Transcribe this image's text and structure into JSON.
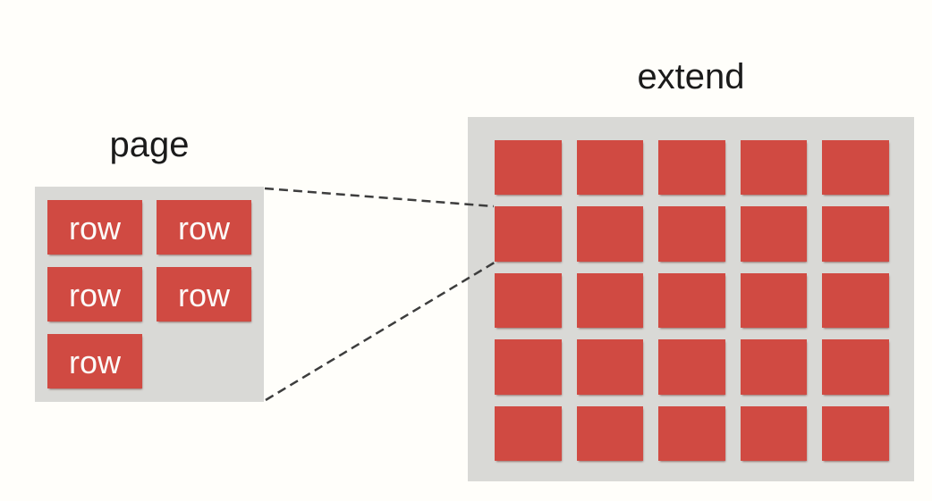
{
  "diagram": {
    "title": "page to extend grid diagram"
  },
  "colors": {
    "background": "#fffefa",
    "panel": "#d9d9d6",
    "cell": "#d04a42",
    "cell_text": "#fcfbf9",
    "label_text": "#1b1b1b",
    "connector": "#3d3d3d"
  },
  "page_panel": {
    "label": "page",
    "columns": 2,
    "rows": 3,
    "cells": [
      "row",
      "row",
      "row",
      "row",
      "row"
    ]
  },
  "extend_panel": {
    "label": "extend",
    "columns": 5,
    "rows": 5,
    "cell_count": 25
  }
}
